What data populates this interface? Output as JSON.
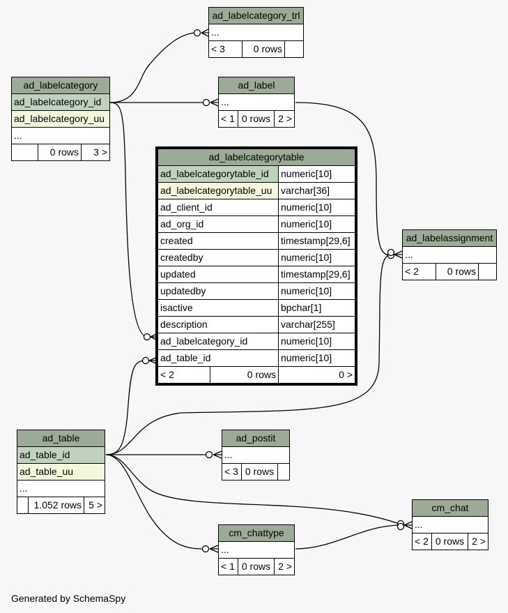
{
  "footer": "Generated by SchemaSpy",
  "tables": {
    "ad_labelcategory_trl": {
      "name": "ad_labelcategory_trl",
      "ellipsis": "...",
      "children": "< 3",
      "rows": "0 rows",
      "parents": ""
    },
    "ad_labelcategory": {
      "name": "ad_labelcategory",
      "pk": "ad_labelcategory_id",
      "uq": "ad_labelcategory_uu",
      "ellipsis": "...",
      "children": "",
      "rows": "0 rows",
      "parents": "3 >"
    },
    "ad_label": {
      "name": "ad_label",
      "ellipsis": "...",
      "children": "< 1",
      "rows": "0 rows",
      "parents": "2 >"
    },
    "ad_labelcategorytable": {
      "name": "ad_labelcategorytable",
      "columns": [
        {
          "name": "ad_labelcategorytable_id",
          "type": "numeric[10]"
        },
        {
          "name": "ad_labelcategorytable_uu",
          "type": "varchar[36]"
        },
        {
          "name": "ad_client_id",
          "type": "numeric[10]"
        },
        {
          "name": "ad_org_id",
          "type": "numeric[10]"
        },
        {
          "name": "created",
          "type": "timestamp[29,6]"
        },
        {
          "name": "createdby",
          "type": "numeric[10]"
        },
        {
          "name": "updated",
          "type": "timestamp[29,6]"
        },
        {
          "name": "updatedby",
          "type": "numeric[10]"
        },
        {
          "name": "isactive",
          "type": "bpchar[1]"
        },
        {
          "name": "description",
          "type": "varchar[255]"
        },
        {
          "name": "ad_labelcategory_id",
          "type": "numeric[10]"
        },
        {
          "name": "ad_table_id",
          "type": "numeric[10]"
        }
      ],
      "children": "< 2",
      "rows": "0 rows",
      "parents": "0 >"
    },
    "ad_labelassignment": {
      "name": "ad_labelassignment",
      "ellipsis": "...",
      "children": "< 2",
      "rows": "0 rows",
      "parents": ""
    },
    "ad_table": {
      "name": "ad_table",
      "pk": "ad_table_id",
      "uq": "ad_table_uu",
      "ellipsis": "...",
      "children": "",
      "rows": "1.052 rows",
      "parents": "5 >"
    },
    "ad_postit": {
      "name": "ad_postit",
      "ellipsis": "...",
      "children": "< 3",
      "rows": "0 rows",
      "parents": ""
    },
    "cm_chat": {
      "name": "cm_chat",
      "ellipsis": "...",
      "children": "< 2",
      "rows": "0 rows",
      "parents": "2 >"
    },
    "cm_chattype": {
      "name": "cm_chattype",
      "ellipsis": "...",
      "children": "< 1",
      "rows": "0 rows",
      "parents": "2 >"
    }
  }
}
